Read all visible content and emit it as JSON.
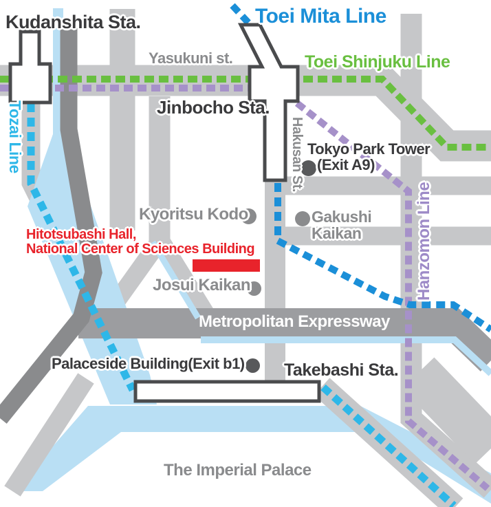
{
  "stations": {
    "kudanshita": "Kudanshita Sta.",
    "jinbocho": "Jinbocho Sta.",
    "takebashi": "Takebashi Sta."
  },
  "lines": {
    "toei_mita": "Toei Mita Line",
    "toei_shinjuku": "Toei Shinjuku Line",
    "tozai": "Tozai Line",
    "hanzomon": "Hanzomon Line"
  },
  "streets": {
    "yasukuni": "Yasukuni st.",
    "hakusan": "Hakusan St.",
    "expressway": "Metropolitan Expressway"
  },
  "places": {
    "tokyo_park_tower": "Tokyo Park Tower",
    "exit_a9": "(Exit A9)",
    "kyoritsu_kodo": "Kyoritsu Kodo",
    "gakushi_kaikan": "Gakushi\nKaikan",
    "hitotsubashi": "Hitotsubashi Hall,\nNational Center of Sciences Building",
    "josui_kaikan": "Josui Kaikan",
    "palaceside": "Palaceside Building(Exit b1)",
    "imperial_palace": "The Imperial Palace"
  },
  "colors": {
    "mita_blue": "#1b8fd8",
    "shinjuku_green": "#69bf40",
    "tozai_cyan": "#2eb7e8",
    "hanzomon_purple": "#a691c9",
    "highlight_red": "#e8232b",
    "water_blue": "#b9dff4",
    "road_light": "#c6c7c9",
    "road_medium": "#9c9da0",
    "road_dark": "#8a8b8d",
    "station_outline": "#4a4b4d",
    "text_dark": "#3a3a3c",
    "text_gray": "#8a8b8d"
  }
}
